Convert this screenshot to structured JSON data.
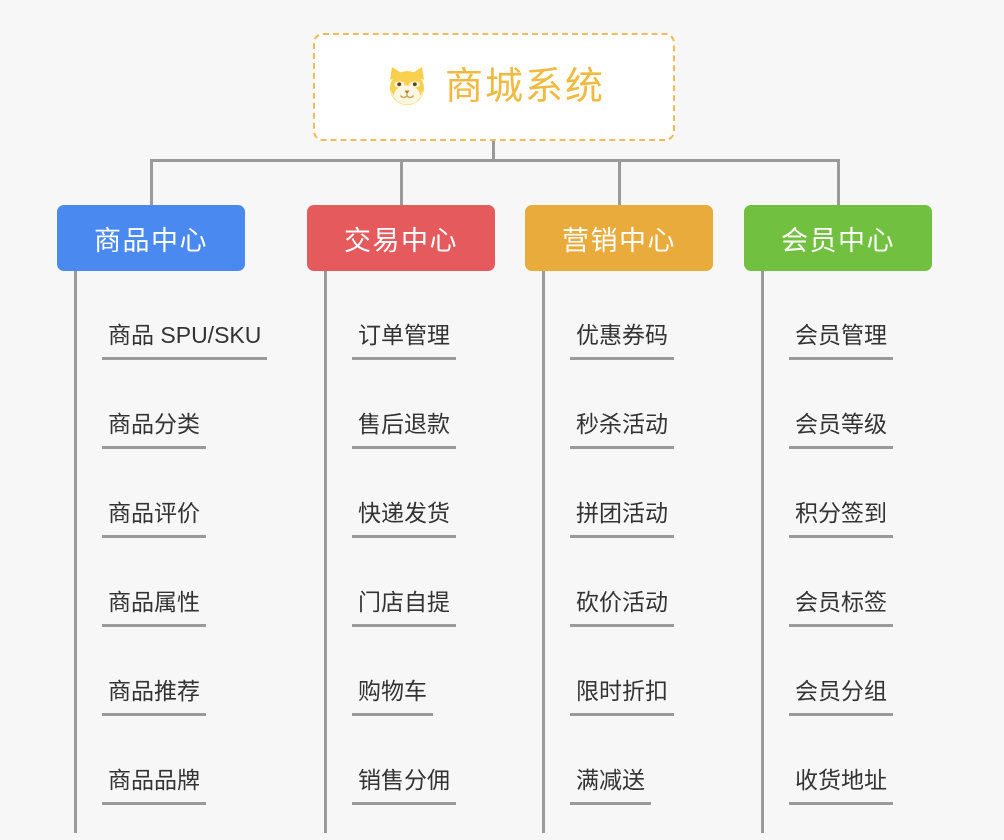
{
  "diagram": {
    "type": "mindmap-tree",
    "background_color": "#f7f7f7",
    "root": {
      "title": "商城系统",
      "icon": "shiba-dog-face-icon",
      "title_color": "#f0b93f",
      "border_color": "#f0ba5e",
      "background_color": "#ffffff"
    },
    "connector_color": "#9a9a9a",
    "branches": [
      {
        "label": "商品中心",
        "color": "#4a8af0",
        "leaves": [
          "商品 SPU/SKU",
          "商品分类",
          "商品评价",
          "商品属性",
          "商品推荐",
          "商品品牌"
        ]
      },
      {
        "label": "交易中心",
        "color": "#e55a5c",
        "leaves": [
          "订单管理",
          "售后退款",
          "快递发货",
          "门店自提",
          "购物车",
          "销售分佣"
        ]
      },
      {
        "label": "营销中心",
        "color": "#e8ab3c",
        "leaves": [
          "优惠券码",
          "秒杀活动",
          "拼团活动",
          "砍价活动",
          "限时折扣",
          "满减送"
        ]
      },
      {
        "label": "会员中心",
        "color": "#72c040",
        "leaves": [
          "会员管理",
          "会员等级",
          "积分签到",
          "会员标签",
          "会员分组",
          "收货地址"
        ]
      }
    ]
  }
}
